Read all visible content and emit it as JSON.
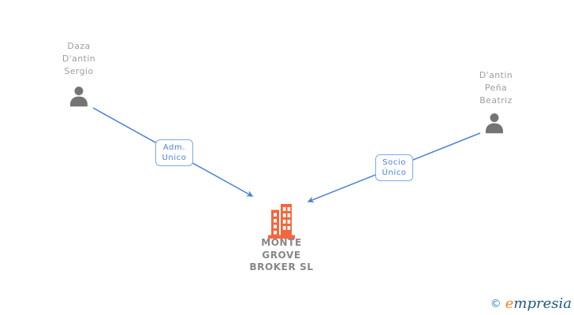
{
  "diagram": {
    "nodes": {
      "person_left": {
        "full_name": "Daza D'antin Sergio",
        "lines": [
          "Daza",
          "D'antin",
          "Sergio"
        ]
      },
      "person_right": {
        "full_name": "D'antin Peña Beatriz",
        "lines": [
          "D'antin",
          "Peña",
          "Beatriz"
        ]
      },
      "company": {
        "full_name": "MONTE GROVE BROKER SL",
        "lines": [
          "MONTE",
          "GROVE",
          "BROKER SL"
        ]
      }
    },
    "edges": {
      "adm": {
        "label": "Adm. Unico",
        "lines": [
          "Adm.",
          "Unico"
        ],
        "from": "person_left",
        "to": "company"
      },
      "socio": {
        "label": "Socio Único",
        "lines": [
          "Socio",
          "Único"
        ],
        "from": "person_right",
        "to": "company"
      }
    },
    "colors": {
      "arrow": "#4c81da",
      "edge_box_border": "#7da9ea",
      "edge_box_text": "#4c81da",
      "person_icon": "#747474",
      "person_label": "#9e9e9e",
      "company_label": "#878787",
      "building_icon": "#f4663d",
      "background": "#ffffff"
    }
  },
  "footer": {
    "copyright_symbol": "©",
    "brand_initial": "e",
    "brand_rest": "mpresia",
    "copyright_color": "#3584ad",
    "brand_initial_color": "#f58220",
    "brand_rest_color": "#1d5b7d"
  }
}
